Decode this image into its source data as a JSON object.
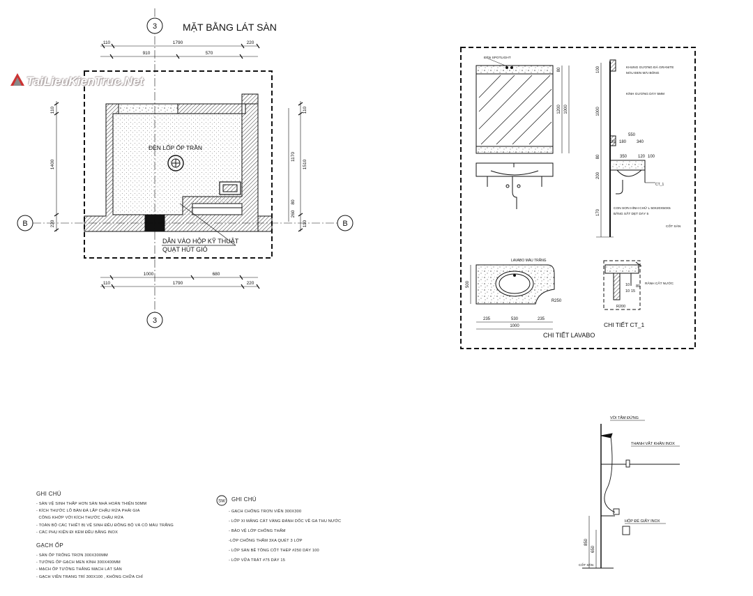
{
  "plan": {
    "title": "MẶT BẰNG LÁT SÀN",
    "axis_3_top": "3",
    "axis_3_bottom": "3",
    "axis_b_left": "B",
    "axis_b_right": "B",
    "dims_top_row1": [
      "110",
      "1790",
      "220"
    ],
    "dims_top_row2": [
      "910",
      "570"
    ],
    "dims_bottom_row1": [
      "1000",
      "680"
    ],
    "dims_bottom_row2": [
      "110",
      "1790",
      "220"
    ],
    "dims_left": [
      "110",
      "1400",
      "220"
    ],
    "dims_right_outer": [
      "110",
      "1510",
      "110"
    ],
    "dims_right_inner": [
      "1170",
      "260",
      "80"
    ],
    "label_light": "ĐÈN LỐP ỐP TRẦN",
    "label_duct": "DẪN VÀO HỘP KỸ THUẬT",
    "label_fan": "QUẠT HÚT GIÓ"
  },
  "lavabo": {
    "caption": "CHI TIẾT LAVABO",
    "spotlight": "ĐÈN SPOTLIGHT",
    "mirror_frame_1": "KHUNG GƯƠNG ĐÁ GRANITE",
    "mirror_frame_2": "MÀU ĐEN MÀI BÓNG",
    "mirror_glass": "KÍNH GƯƠNG DÀY 5MM",
    "steel_1": "CON SƠN HÌNH CHỮ L 50X20X50X5",
    "steel_2": "BẰNG SẮT DẸT DÀY 5",
    "floor": "CỐT SÀN",
    "basin": "LAVABO MÀU TRẮNG",
    "ct1_ref": "CT_1",
    "dims_front": [
      "80",
      "1200",
      "1000"
    ],
    "dims_side": [
      "100",
      "1000",
      "200",
      "80",
      "170"
    ],
    "dims_side_h": [
      "550",
      "30",
      "180",
      "340",
      "350",
      "120",
      "100"
    ],
    "dims_plan": [
      "235",
      "530",
      "235",
      "1000",
      "500",
      "R250"
    ],
    "ct1_caption": "CHI TIẾT CT_1",
    "ct1_note": "RÃNH CẮT NƯỚC",
    "ct1_dims": [
      "10",
      "10",
      "15",
      "80",
      "R200"
    ]
  },
  "fixtures": {
    "shower": "VÒI TẮM ĐỨNG",
    "towel": "THANH VẮT KHĂN INOX",
    "paper": "HỘP ĐỂ GIẤY INOX",
    "floor": "CỐT SÀN",
    "dim_1": "850",
    "dim_2": "650"
  },
  "notes1": {
    "heading": "GHI CHÚ",
    "items": [
      "- SÀN VỆ SINH THẤP HƠN SÀN NHÀ HOÀN THIỆN 50MM",
      "- KÍCH THƯỚC LỖ BÀN ĐÁ LẮP CHẬU RỬA PHẢI GIA",
      "  CÔNG KHỚP VỚI KÍCH THƯỚC CHẬU RỬA",
      "- TOÀN BỘ CÁC THIẾT BỊ VỆ SINH ĐỀU ĐỒNG BỘ VÀ CÓ MÀU TRẮNG",
      "- CÁC PHỤ KIỆN ĐI KÈM ĐỀU BẰNG INOX"
    ],
    "heading2": "GẠCH ỐP",
    "items2": [
      "- SÀN ỐP TRỐNG TRƠN 300X300MM",
      "- TƯỜNG ỐP GẠCH MEN KÍNH 300X400MM",
      "- MẠCH ỐP TƯỜNG THẲNG MẠCH LÁT SÀN",
      "- GẠCH VIỀN TRANG TRÍ 300X100 , KHÔNG CHỮA CHỈ"
    ]
  },
  "notes2": {
    "tag": "SW",
    "heading": "GHI CHÚ",
    "items": [
      "- GẠCH CHỐNG TRƠN VIỀN 300X300",
      "- LỚP XI MĂNG CÁT VÀNG ĐÁNH DỐC VỀ GA THU NƯỚC",
      "- BẢO VỆ LỚP CHỐNG THẤM",
      "-LỚP CHỐNG THẤM 3XA QUÉT 3 LỚP",
      "- LỚP SÀN BÊ TÔNG CỐT THÉP #250 DÀY 100",
      "- LỚP VỮA TRÁT #75 DÀY 15"
    ]
  },
  "watermark": "TaiLieuKienTruc.Net"
}
